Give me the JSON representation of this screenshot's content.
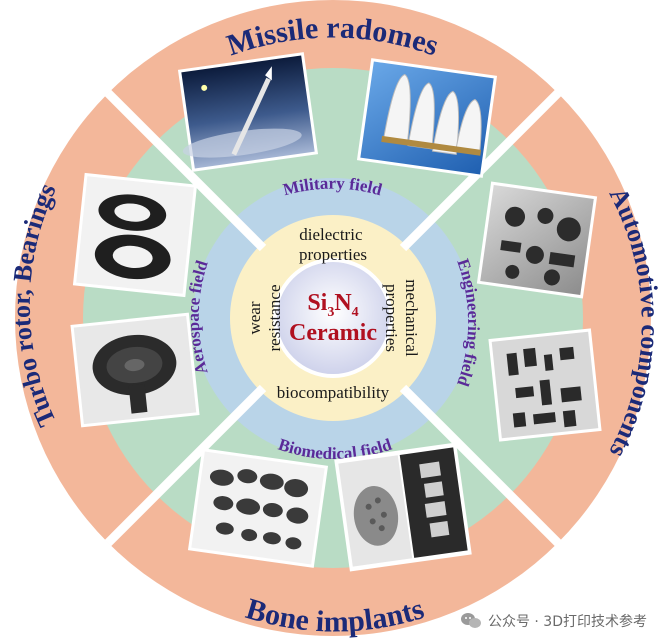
{
  "center": {
    "line1_main": "Si",
    "line1_sub1": "3",
    "line1_mid": "N",
    "line1_sub2": "4",
    "line2": "Ceramic"
  },
  "properties": {
    "top": [
      "dielectric",
      "properties"
    ],
    "right": [
      "mechanical",
      "properties"
    ],
    "bottom": "biocompatibility",
    "left": [
      "wear",
      "resistance"
    ]
  },
  "fields": {
    "military": "Military field",
    "engineering": "Engineering field",
    "biomedical": "Biomedical field",
    "aerospace": "Aerospace field"
  },
  "applications": {
    "top": "Missile radomes",
    "right": "Automotive components",
    "bottom": "Bone implants",
    "left": "Turbo rotor, Bearings"
  },
  "photos": {
    "missile_sky": "missile-photo",
    "radome_cones": "radome-cones-photo",
    "auto_parts_1": "auto-parts-photo",
    "auto_parts_2": "auto-small-parts-photo",
    "bone_implant_2": "spinal-implant-photo",
    "bone_implant_1": "ceramic-pellets-photo",
    "turbo_rotor": "turbo-rotor-photo",
    "bearing": "bearing-photo"
  },
  "watermark": "公众号 · 3D打印技术参考",
  "colors": {
    "outer_ring": "#f3b79a",
    "middle_ring": "#b9dcc5",
    "inner_ring": "#b9d4e8",
    "property_ring": "#fbf0c6",
    "center": "#e6e8f6",
    "divider": "#ffffff",
    "app_text": "#1b2a78",
    "field_text": "#5a2a98",
    "center_text": "#b01020"
  }
}
